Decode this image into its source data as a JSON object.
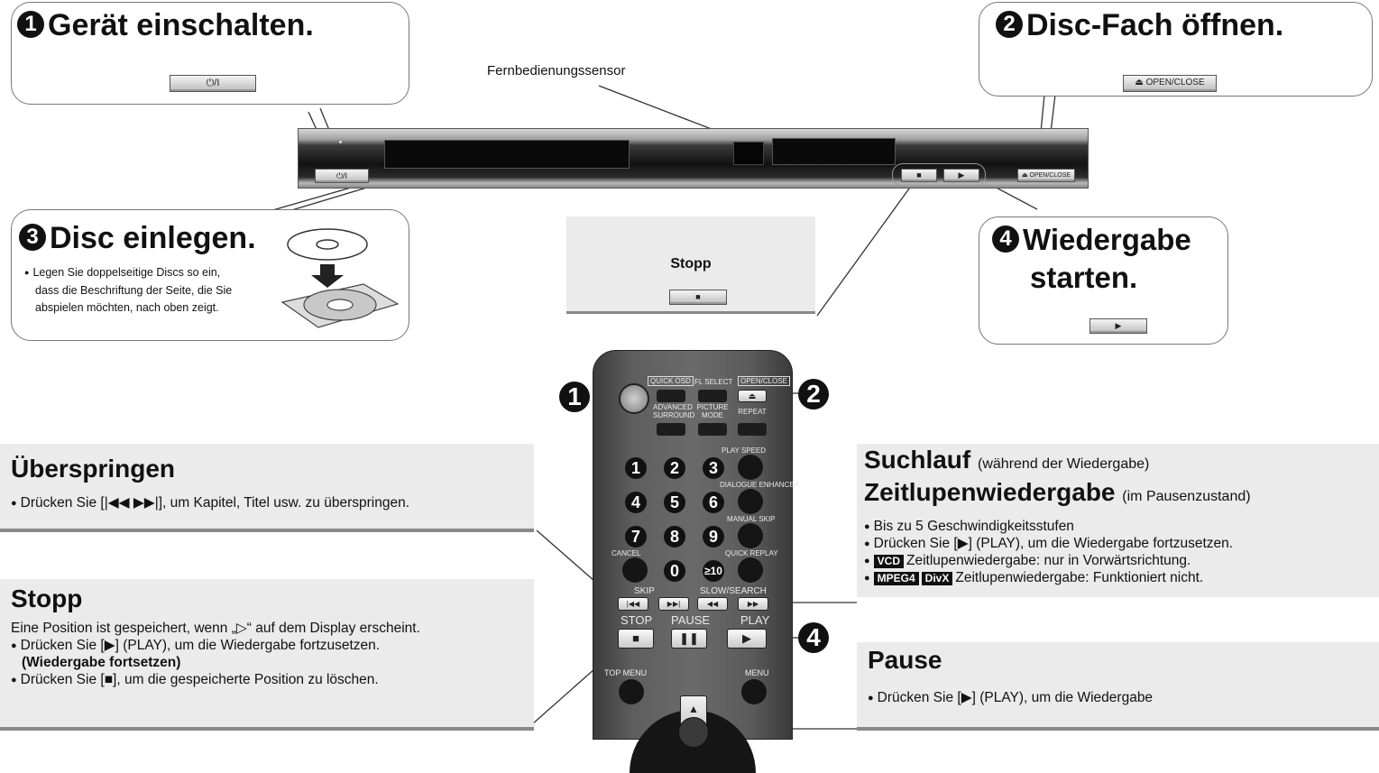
{
  "steps": {
    "s1": {
      "num": "1",
      "title": "Gerät einschalten.",
      "button": "⏻/I"
    },
    "s2": {
      "num": "2",
      "title": "Disc-Fach öffnen.",
      "button": "⏏ OPEN/CLOSE"
    },
    "s3": {
      "num": "3",
      "title": "Disc einlegen.",
      "text": [
        "Legen Sie doppelseitige Discs so ein,",
        "dass die Beschriftung der Seite, die Sie",
        "abspielen möchten, nach oben zeigt."
      ]
    },
    "s4": {
      "num": "4",
      "title_line1": "Wiedergabe",
      "title_line2": "starten.",
      "button": "▶"
    }
  },
  "sensor_label": "Fernbedienungssensor",
  "player": {
    "power_label": "⏻/I",
    "stop_label": "■",
    "play_label": "▶",
    "open_label": "⏏ OPEN/CLOSE"
  },
  "stop_box": {
    "title": "Stopp",
    "button": "■"
  },
  "panels": {
    "skip": {
      "title": "Überspringen",
      "text": "Drücken Sie [|◀◀ ▶▶|], um Kapitel, Titel usw. zu überspringen."
    },
    "stop": {
      "title": "Stopp",
      "intro": "Eine Position ist gespeichert, wenn „▷“ auf dem Display erscheint.",
      "line1": "Drücken Sie [▶] (PLAY), um die Wiedergabe fortzusetzen.",
      "line1_bold": "(Wiedergabe fortsetzen)",
      "line2": "Drücken Sie [■], um die gespeicherte Position zu löschen."
    },
    "search": {
      "title1": "Suchlauf",
      "sub1": "(während der Wiedergabe)",
      "title2": "Zeitlupenwiedergabe",
      "sub2": "(im Pausenzustand)",
      "line1": "Bis zu 5 Geschwindigkeitsstufen",
      "line2": "Drücken Sie [▶] (PLAY), um die Wiedergabe fortzusetzen.",
      "tag_vcd": "VCD",
      "line3": "Zeitlupenwiedergabe: nur in Vorwärtsrichtung.",
      "tag_mpeg4": "MPEG4",
      "tag_divx": "DivX",
      "line4": "Zeitlupenwiedergabe: Funktioniert nicht."
    },
    "pause": {
      "title": "Pause",
      "text": "Drücken Sie [▶] (PLAY), um die Wiedergabe"
    }
  },
  "remote": {
    "quick_osd": "QUICK OSD",
    "fl_select": "FL SELECT",
    "open_close": "OPEN/CLOSE",
    "advanced_surround": "ADVANCED SURROUND",
    "picture_mode": "PICTURE MODE",
    "repeat": "REPEAT",
    "play_speed": "PLAY SPEED",
    "dialogue_enhancer": "DIALOGUE ENHANCER",
    "manual_skip": "MANUAL SKIP",
    "cancel": "CANCEL",
    "quick_replay": "QUICK REPLAY",
    "digits": [
      "1",
      "2",
      "3",
      "4",
      "5",
      "6",
      "7",
      "8",
      "9",
      "0",
      "≥10"
    ],
    "skip": "SKIP",
    "slow_search": "SLOW/SEARCH",
    "stop": "STOP",
    "pause": "PAUSE",
    "play": "PLAY",
    "top_menu": "TOP MENU",
    "menu": "MENU",
    "callouts": [
      "1",
      "2",
      "4"
    ]
  }
}
